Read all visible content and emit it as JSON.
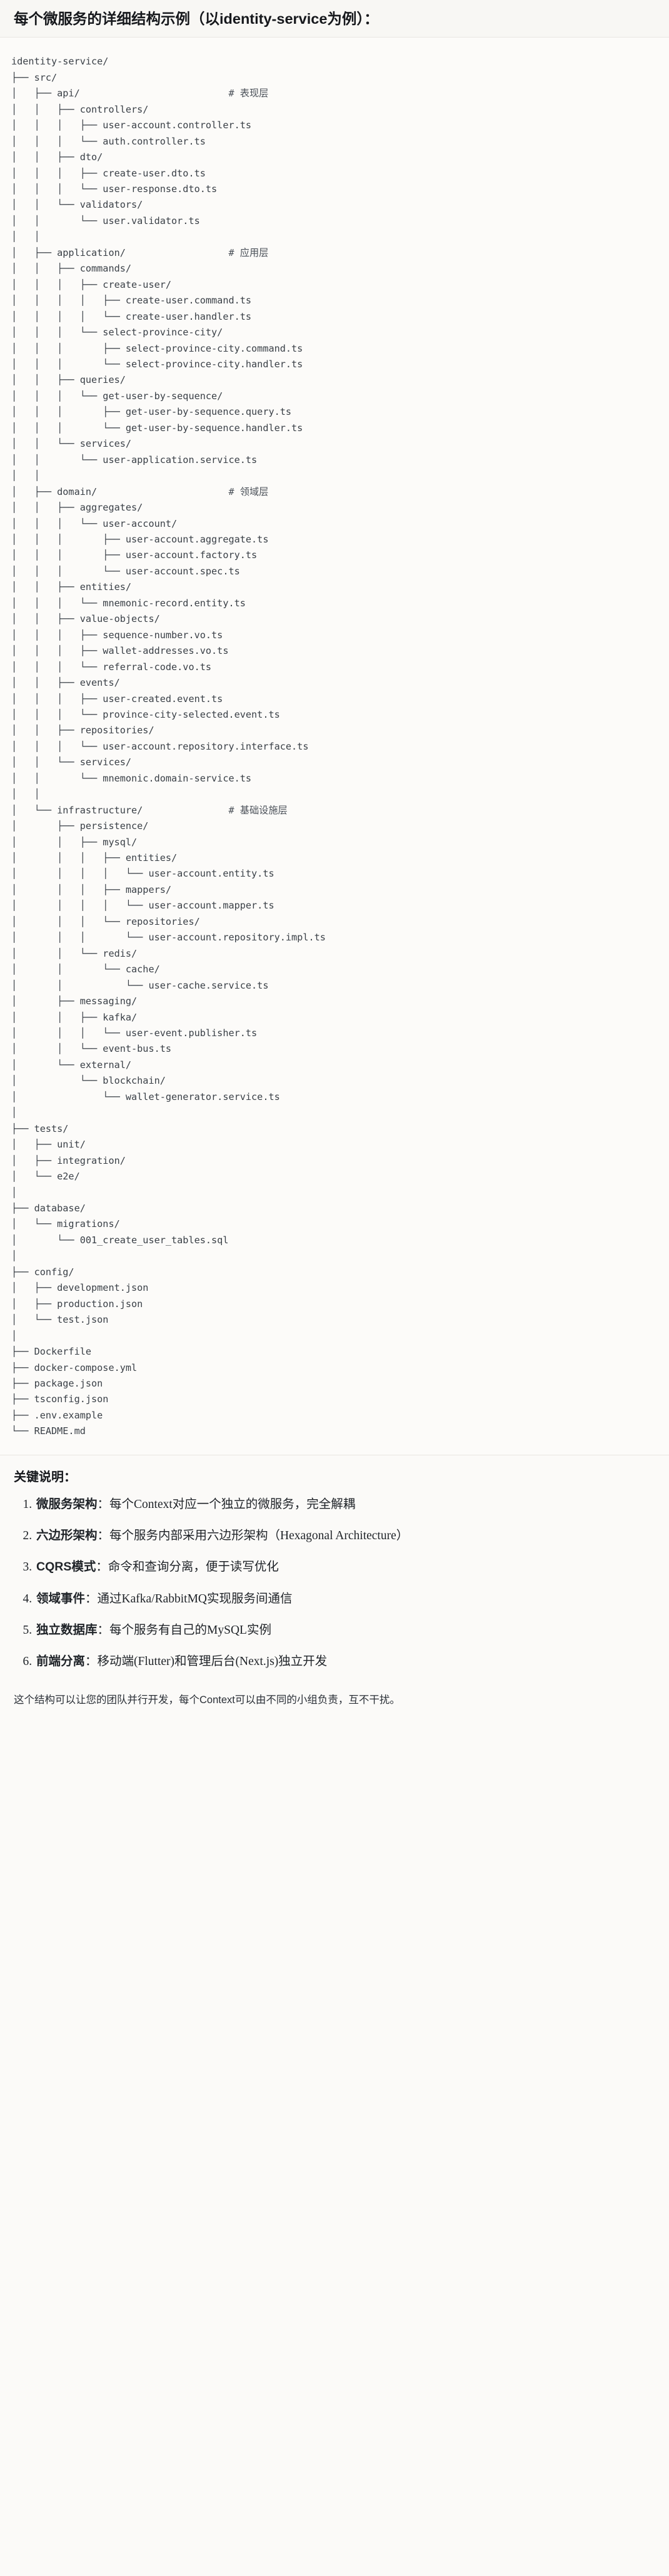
{
  "heading": "每个微服务的详细结构示例（以identity-service为例）：",
  "tree": {
    "language": "text",
    "lines": [
      "identity-service/",
      "├── src/",
      "│   ├── api/                          # 表现层",
      "│   │   ├── controllers/",
      "│   │   │   ├── user-account.controller.ts",
      "│   │   │   └── auth.controller.ts",
      "│   │   ├── dto/",
      "│   │   │   ├── create-user.dto.ts",
      "│   │   │   └── user-response.dto.ts",
      "│   │   └── validators/",
      "│   │       └── user.validator.ts",
      "│   │",
      "│   ├── application/                  # 应用层",
      "│   │   ├── commands/",
      "│   │   │   ├── create-user/",
      "│   │   │   │   ├── create-user.command.ts",
      "│   │   │   │   └── create-user.handler.ts",
      "│   │   │   └── select-province-city/",
      "│   │   │       ├── select-province-city.command.ts",
      "│   │   │       └── select-province-city.handler.ts",
      "│   │   ├── queries/",
      "│   │   │   └── get-user-by-sequence/",
      "│   │   │       ├── get-user-by-sequence.query.ts",
      "│   │   │       └── get-user-by-sequence.handler.ts",
      "│   │   └── services/",
      "│   │       └── user-application.service.ts",
      "│   │",
      "│   ├── domain/                       # 领域层",
      "│   │   ├── aggregates/",
      "│   │   │   └── user-account/",
      "│   │   │       ├── user-account.aggregate.ts",
      "│   │   │       ├── user-account.factory.ts",
      "│   │   │       └── user-account.spec.ts",
      "│   │   ├── entities/",
      "│   │   │   └── mnemonic-record.entity.ts",
      "│   │   ├── value-objects/",
      "│   │   │   ├── sequence-number.vo.ts",
      "│   │   │   ├── wallet-addresses.vo.ts",
      "│   │   │   └── referral-code.vo.ts",
      "│   │   ├── events/",
      "│   │   │   ├── user-created.event.ts",
      "│   │   │   └── province-city-selected.event.ts",
      "│   │   ├── repositories/",
      "│   │   │   └── user-account.repository.interface.ts",
      "│   │   └── services/",
      "│   │       └── mnemonic.domain-service.ts",
      "│   │",
      "│   └── infrastructure/               # 基础设施层",
      "│       ├── persistence/",
      "│       │   ├── mysql/",
      "│       │   │   ├── entities/",
      "│       │   │   │   └── user-account.entity.ts",
      "│       │   │   ├── mappers/",
      "│       │   │   │   └── user-account.mapper.ts",
      "│       │   │   └── repositories/",
      "│       │   │       └── user-account.repository.impl.ts",
      "│       │   └── redis/",
      "│       │       └── cache/",
      "│       │           └── user-cache.service.ts",
      "│       ├── messaging/",
      "│       │   ├── kafka/",
      "│       │   │   └── user-event.publisher.ts",
      "│       │   └── event-bus.ts",
      "│       └── external/",
      "│           └── blockchain/",
      "│               └── wallet-generator.service.ts",
      "│",
      "├── tests/",
      "│   ├── unit/",
      "│   ├── integration/",
      "│   └── e2e/",
      "│",
      "├── database/",
      "│   └── migrations/",
      "│       └── 001_create_user_tables.sql",
      "│",
      "├── config/",
      "│   ├── development.json",
      "│   ├── production.json",
      "│   └── test.json",
      "│",
      "├── Dockerfile",
      "├── docker-compose.yml",
      "├── package.json",
      "├── tsconfig.json",
      "├── .env.example",
      "└── README.md"
    ]
  },
  "notes": {
    "title": "关键说明：",
    "items": [
      {
        "lead": "微服务架构",
        "sep": "：",
        "text": "每个Context对应一个独立的微服务，完全解耦"
      },
      {
        "lead": "六边形架构",
        "sep": "：",
        "text": "每个服务内部采用六边形架构（Hexagonal Architecture）"
      },
      {
        "lead": "CQRS模式",
        "sep": "：",
        "text": "命令和查询分离，便于读写优化"
      },
      {
        "lead": "领域事件",
        "sep": "：",
        "text": "通过Kafka/RabbitMQ实现服务间通信"
      },
      {
        "lead": "独立数据库",
        "sep": "：",
        "text": "每个服务有自己的MySQL实例"
      },
      {
        "lead": "前端分离",
        "sep": "：",
        "text": "移动端(Flutter)和管理后台(Next.js)独立开发"
      }
    ],
    "closing": "这个结构可以让您的团队并行开发，每个Context可以由不同的小组负责，互不干扰。"
  },
  "colors": {
    "page_background": "#fbfaf8",
    "code_background": "#fcfbf9",
    "heading_background": "#f8f7f4",
    "text": "#1f2328",
    "code_text": "#393f46",
    "divider": "#e9e7e2"
  }
}
